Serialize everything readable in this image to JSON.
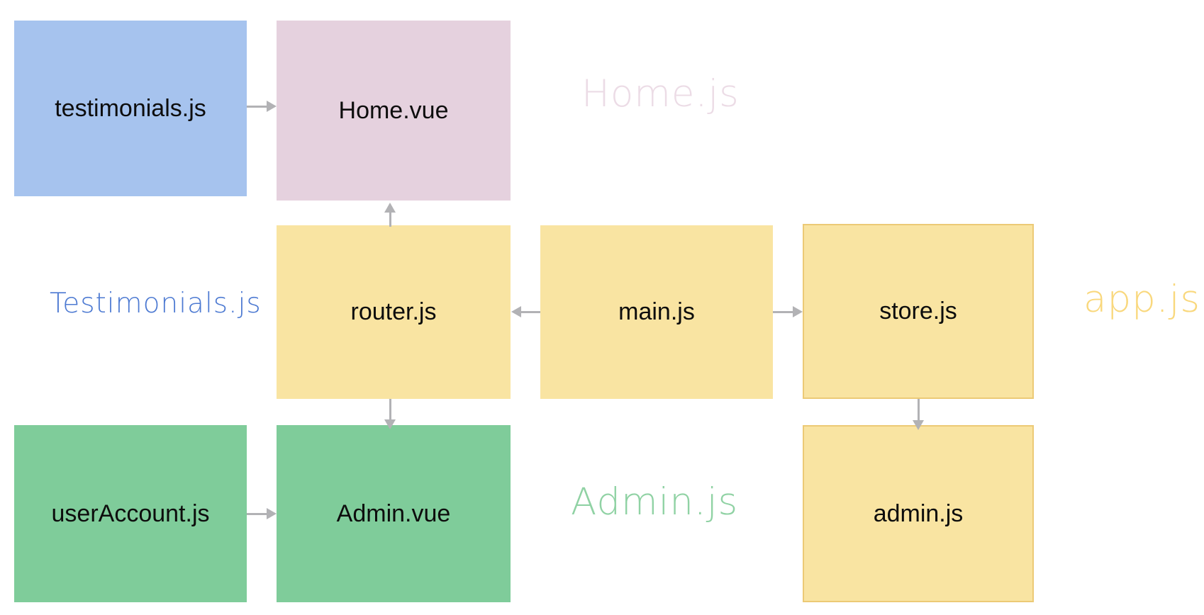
{
  "diagram": {
    "boxes": {
      "testimonials": {
        "label": "testimonials.js"
      },
      "home_vue": {
        "label": "Home.vue"
      },
      "router": {
        "label": "router.js"
      },
      "main": {
        "label": "main.js"
      },
      "store": {
        "label": "store.js"
      },
      "user_account": {
        "label": "userAccount.js"
      },
      "admin_vue": {
        "label": "Admin.vue"
      },
      "admin_js": {
        "label": "admin.js"
      }
    },
    "chunk_labels": {
      "home": "Home.js",
      "testimonials": "Testimonials.js",
      "app": "app.js",
      "admin": "Admin.js"
    },
    "edges": [
      {
        "from": "testimonials.js",
        "to": "Home.vue",
        "direction": "right"
      },
      {
        "from": "router.js",
        "to": "Home.vue",
        "direction": "up"
      },
      {
        "from": "main.js",
        "to": "router.js",
        "direction": "left"
      },
      {
        "from": "main.js",
        "to": "store.js",
        "direction": "right"
      },
      {
        "from": "router.js",
        "to": "Admin.vue",
        "direction": "down"
      },
      {
        "from": "store.js",
        "to": "admin.js",
        "direction": "down"
      },
      {
        "from": "userAccount.js",
        "to": "Admin.vue",
        "direction": "right"
      }
    ]
  },
  "colors": {
    "blue-box": "#a6c3ee",
    "pink-box": "#e5d1de",
    "yellow-box": "#f9e4a2",
    "yellow-border": "#ecca76",
    "green-box": "#7fcc9a",
    "arrow": "#b2b2b5",
    "box-text": "#0d0d0d",
    "label-home": "#ecdce6",
    "label-testimonials": "#4d7ad2",
    "label-app": "#f9d87d",
    "label-admin": "#90d2a4"
  }
}
